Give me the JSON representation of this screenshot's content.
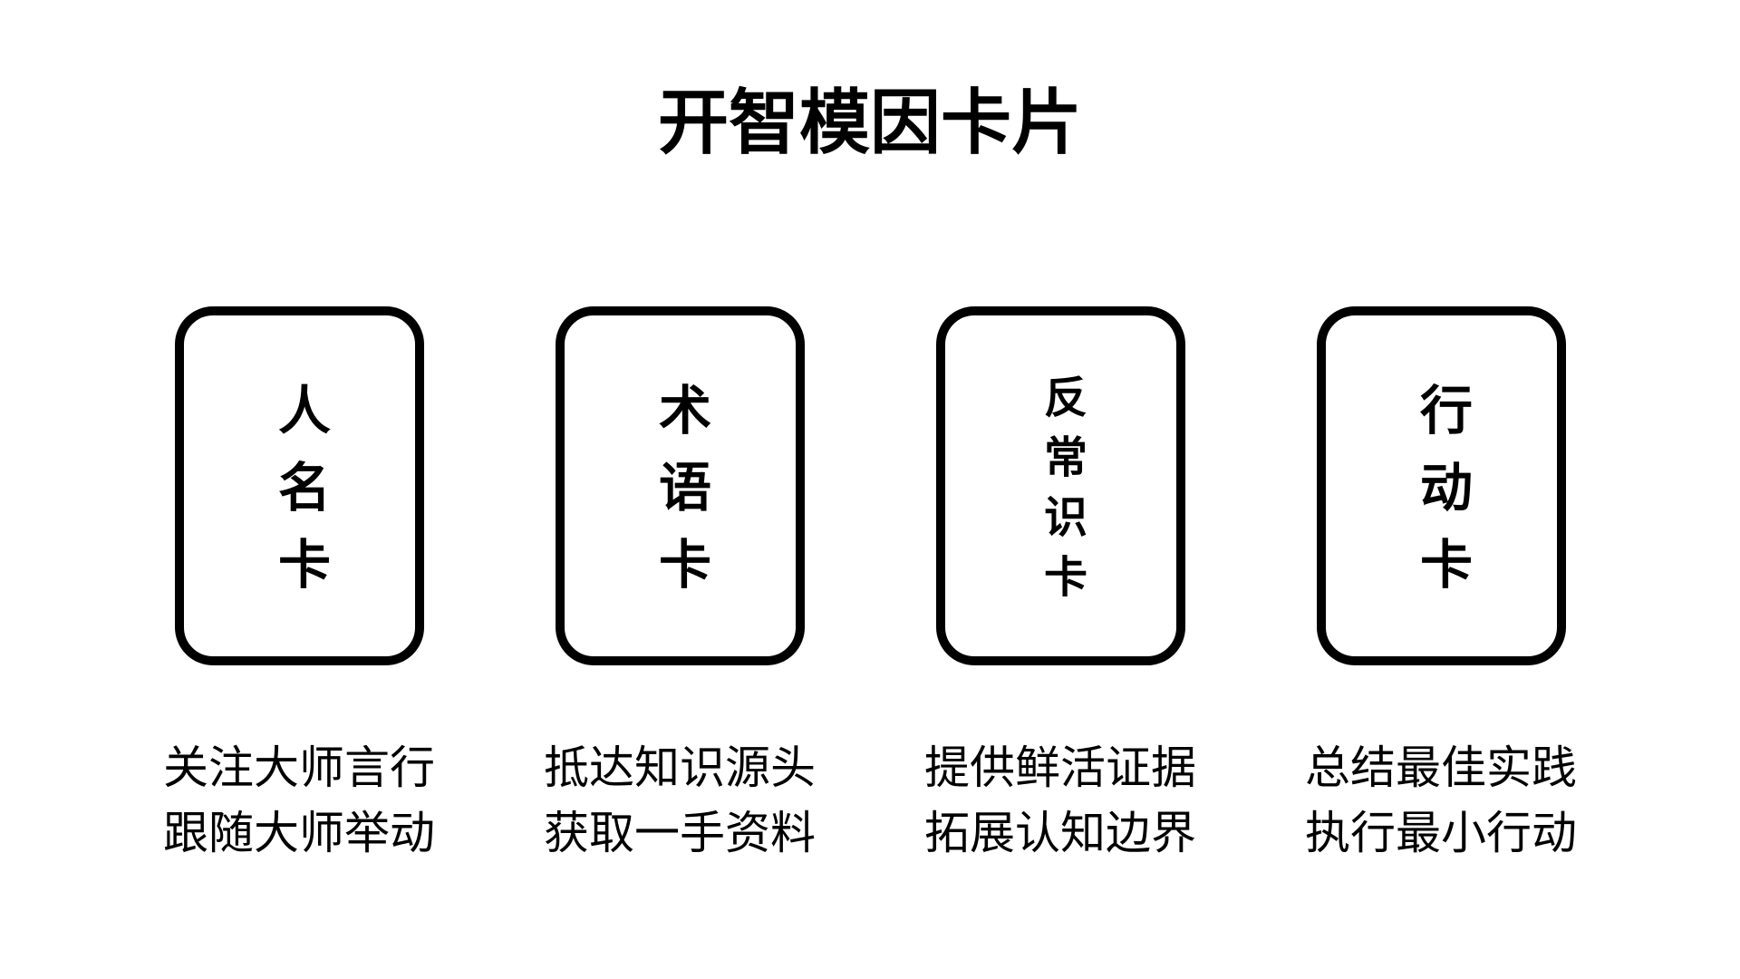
{
  "page": {
    "title": "开智模因卡片"
  },
  "colors": {
    "background": "#ffffff",
    "ink": "#000000"
  },
  "cards": [
    {
      "name": "人名卡",
      "description_line1": "关注大师言行",
      "description_line2": "跟随大师举动"
    },
    {
      "name": "术语卡",
      "description_line1": "抵达知识源头",
      "description_line2": "获取一手资料"
    },
    {
      "name": "反常识卡",
      "description_line1": "提供鲜活证据",
      "description_line2": "拓展认知边界"
    },
    {
      "name": "行动卡",
      "description_line1": "总结最佳实践",
      "description_line2": "执行最小行动"
    }
  ]
}
